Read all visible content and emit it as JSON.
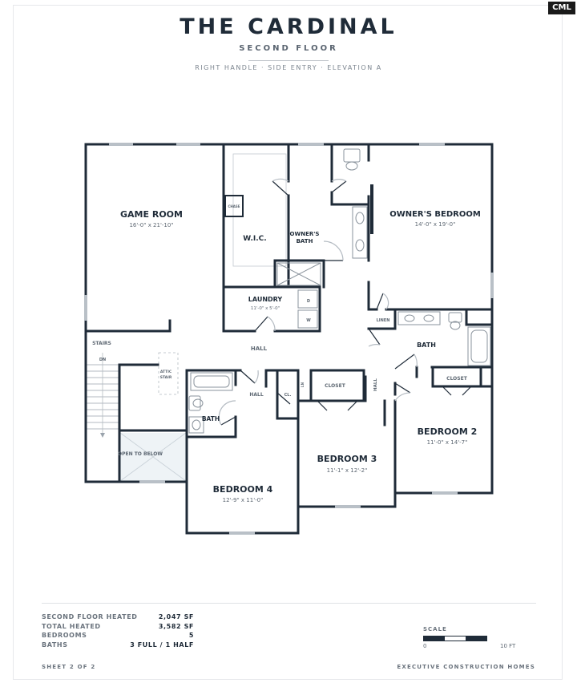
{
  "header": {
    "logo": "CML",
    "title": "THE CARDINAL",
    "subtitle": "SECOND FLOOR",
    "handle": "RIGHT HANDLE · SIDE ENTRY · ELEVATION A"
  },
  "rooms": {
    "game_room": {
      "name": "GAME ROOM",
      "dim": "16'-0\" x 21'-10\""
    },
    "wic": {
      "name": "W.I.C."
    },
    "chase": {
      "name": "CHASE"
    },
    "owners_bath": {
      "line1": "OWNER'S",
      "line2": "BATH"
    },
    "owners_bedroom": {
      "name": "OWNER'S BEDROOM",
      "dim": "14'-0\" x 19'-0\""
    },
    "laundry": {
      "name": "LAUNDRY",
      "dim": "11'-0\" x 5'-0\""
    },
    "dryer": "D",
    "washer": "W",
    "linen": "LINEN",
    "bath_right": "BATH",
    "hall_main": "HALL",
    "hall_vertical": "HALL",
    "hall_small": "HALL",
    "cl": "CL.",
    "ln": "LN",
    "closet_b3": "CLOSET",
    "closet_b2": "CLOSET",
    "stairs": "STAIRS",
    "dn": "DN",
    "attic_line1": "ATTIC",
    "attic_line2": "STAIR",
    "open_to_below": "OPEN TO BELOW",
    "bath_left": "BATH",
    "bedroom2": {
      "name": "BEDROOM 2",
      "dim": "11'-0\" x 14'-7\""
    },
    "bedroom3": {
      "name": "BEDROOM 3",
      "dim": "11'-1\" x 12'-2\""
    },
    "bedroom4": {
      "name": "BEDROOM 4",
      "dim": "12'-9\" x 11'-0\""
    }
  },
  "stats": [
    {
      "label": "SECOND FLOOR HEATED",
      "value": "2,047 SF"
    },
    {
      "label": "TOTAL HEATED",
      "value": "3,582 SF"
    },
    {
      "label": "BEDROOMS",
      "value": "5"
    },
    {
      "label": "BATHS",
      "value": "3 FULL / 1 HALF"
    }
  ],
  "scale": {
    "label": "SCALE",
    "start": "0",
    "end": "10 FT"
  },
  "footer": {
    "sheet": "SHEET 2 OF 2",
    "builder": "EXECUTIVE CONSTRUCTION HOMES"
  },
  "colors": {
    "wall": "#1f2b38",
    "window": "#b9c0c7",
    "fixture": "#8a939c",
    "open_below": "#eef3f6"
  }
}
